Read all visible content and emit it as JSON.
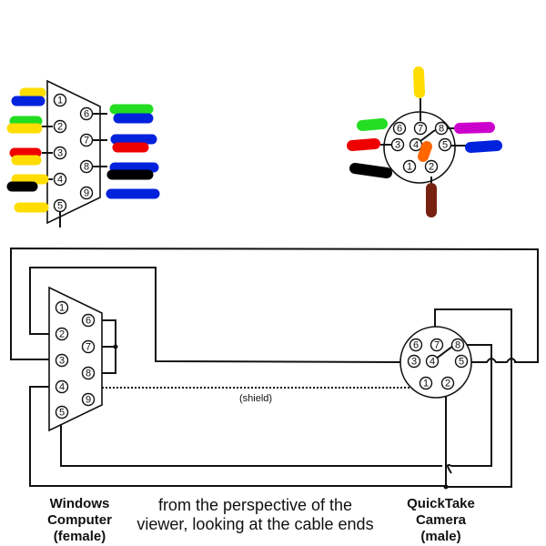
{
  "top_db9": {
    "pins_left": [
      "1",
      "2",
      "3",
      "4",
      "5"
    ],
    "pins_right": [
      "6",
      "7",
      "8",
      "9"
    ],
    "color_marks": [
      {
        "pin": "1",
        "colors": [
          "#ffdd00",
          "#0022dd"
        ]
      },
      {
        "pin": "2",
        "colors": [
          "#22dd22",
          "#ffdd00"
        ]
      },
      {
        "pin": "3",
        "colors": [
          "#ee0000",
          "#ffdd00"
        ]
      },
      {
        "pin": "4",
        "colors": [
          "#ffdd00",
          "#000000"
        ]
      },
      {
        "pin": "5",
        "colors": [
          "#ffdd00"
        ]
      },
      {
        "pin": "6",
        "colors": [
          "#22dd22",
          "#0022dd"
        ]
      },
      {
        "pin": "7",
        "colors": [
          "#0022dd",
          "#ee0000"
        ]
      },
      {
        "pin": "8",
        "colors": [
          "#0022dd",
          "#000000"
        ]
      },
      {
        "pin": "9",
        "colors": [
          "#0022dd"
        ]
      }
    ]
  },
  "top_din8": {
    "pins": [
      "1",
      "2",
      "3",
      "4",
      "5",
      "6",
      "7",
      "8"
    ],
    "color_marks": [
      {
        "pin": "7",
        "color": "#ffdd00"
      },
      {
        "pin": "6",
        "color": "#22dd22"
      },
      {
        "pin": "8",
        "color": "#cc00cc"
      },
      {
        "pin": "3",
        "color": "#ee0000"
      },
      {
        "pin": "4",
        "color": "#ff6600"
      },
      {
        "pin": "5",
        "color": "#0022dd"
      },
      {
        "pin": "unmarked-black",
        "color": "#000000"
      },
      {
        "pin": "2",
        "color": "#772211"
      }
    ]
  },
  "bottom": {
    "db9_pins_left": [
      "1",
      "2",
      "3",
      "4",
      "5"
    ],
    "db9_pins_right": [
      "6",
      "7",
      "8",
      "9"
    ],
    "din8_pins": [
      "1",
      "2",
      "3",
      "4",
      "5",
      "6",
      "7",
      "8"
    ],
    "shield_label": "(shield)",
    "left_caption": [
      "Windows",
      "Computer",
      "(female)"
    ],
    "center_caption": [
      "from the perspective of the",
      "viewer, looking at the cable ends"
    ],
    "right_caption": [
      "QuickTake",
      "Camera",
      "(male)"
    ]
  }
}
